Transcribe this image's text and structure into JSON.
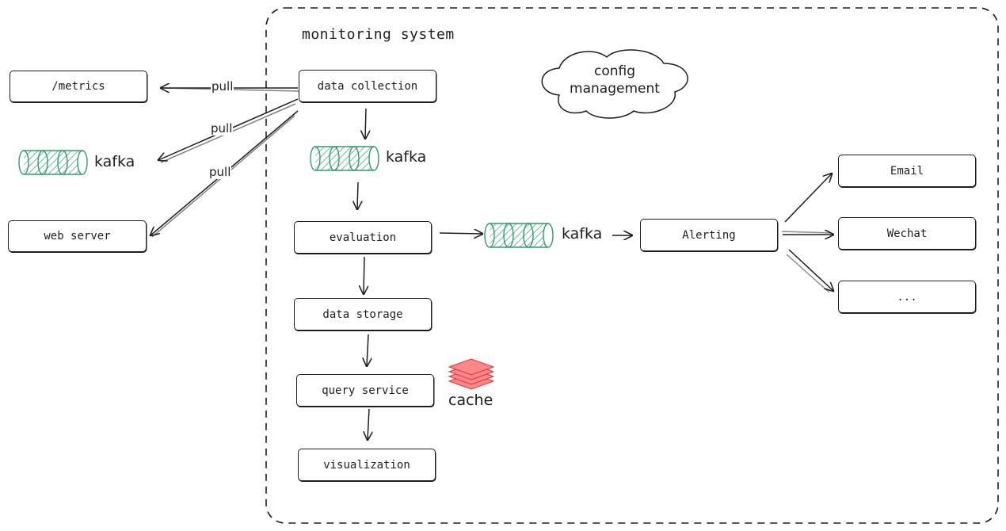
{
  "system": {
    "title": "monitoring system"
  },
  "external": {
    "metrics": "/metrics",
    "kafka": "kafka",
    "web_server": "web server"
  },
  "edges": {
    "pull": "pull"
  },
  "pipeline": {
    "data_collection": "data collection",
    "kafka_1": "kafka",
    "evaluation": "evaluation",
    "kafka_2": "kafka",
    "data_storage": "data storage",
    "query_service": "query service",
    "visualization": "visualization",
    "cache": "cache"
  },
  "config": {
    "line1": "config",
    "line2": "management"
  },
  "alerting": {
    "label": "Alerting",
    "channels": [
      "Email",
      "Wechat",
      "..."
    ]
  },
  "colors": {
    "kafka_green": "#2f9e6b",
    "cache_red": "#ff6b6b",
    "stroke": "#1e1e1e"
  }
}
